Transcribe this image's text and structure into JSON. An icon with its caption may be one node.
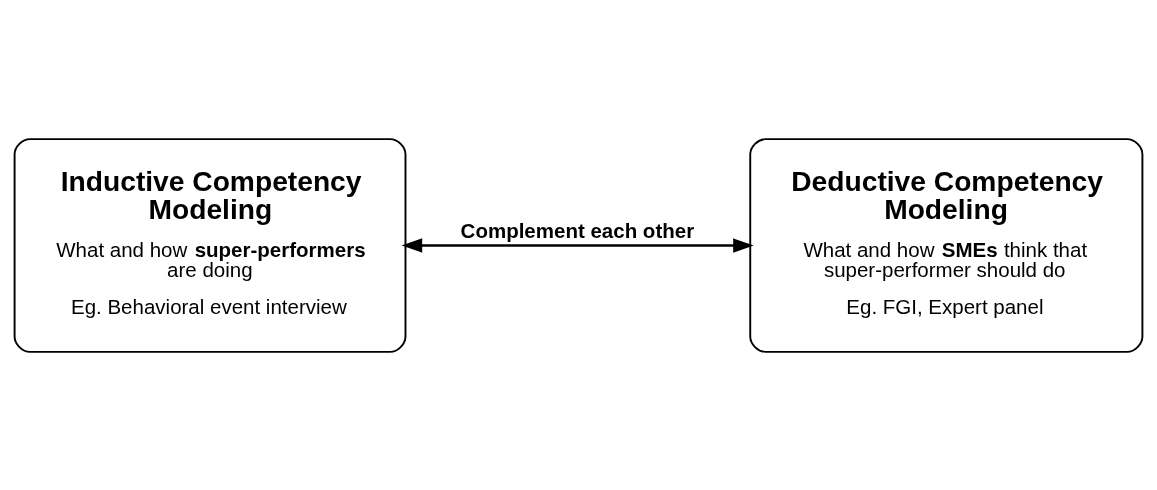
{
  "diagram": {
    "nodes": [
      {
        "text": [
          "Inductive Competency Modeling",
          "What and how **super-performers** are doing",
          "Eg. Behavioral event interview"
        ]
      },
      {
        "text": [
          "Deductive Competency Modeling",
          "What and how **SMEs** think that super-performer should do",
          "Eg. FGI, Expert panel"
        ]
      }
    ],
    "edges": [
      {
        "from": 0,
        "to": 1,
        "arrow": "both",
        "label": "Complement each other"
      }
    ]
  }
}
